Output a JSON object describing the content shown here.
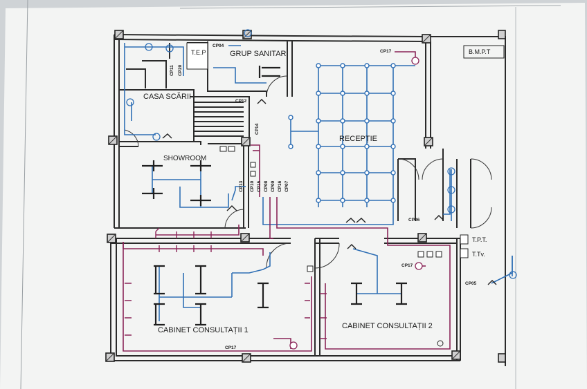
{
  "rooms": {
    "casa_scarii": "CASA SCĂRII",
    "grup_sanitar": "GRUP SANITAR",
    "receptie": "RECEPȚIE",
    "showroom": "SHOWROOM",
    "cabinet1": "CABINET CONSULTAȚII 1",
    "cabinet2": "CABINET CONSULTAȚII 2",
    "tep": "T.E.P",
    "bmpt": "B.M.P.T"
  },
  "legend": {
    "tpt": "T.P.T.",
    "ttv": "T.Tv."
  },
  "circuits": {
    "cp04": "CP04",
    "cp11": "CP11",
    "cp20": "CP20",
    "cp12": "CP12",
    "cp14": "CP14",
    "cp17_top": "CP17",
    "cp17_mid": "CP17",
    "cp17_bottom": "CP17",
    "cp13": "CP13",
    "cp10": "CP10",
    "cp15": "CP15",
    "cp08": "CP08",
    "cp09": "CP09",
    "cp16": "CP16",
    "cp07": "CP07",
    "cp06": "CP06",
    "cp05": "CP05"
  },
  "colors": {
    "wall": "#2a2a2a",
    "lighting": "#2f6fb5",
    "power": "#8a2457",
    "paper": "#f4f5f4"
  }
}
